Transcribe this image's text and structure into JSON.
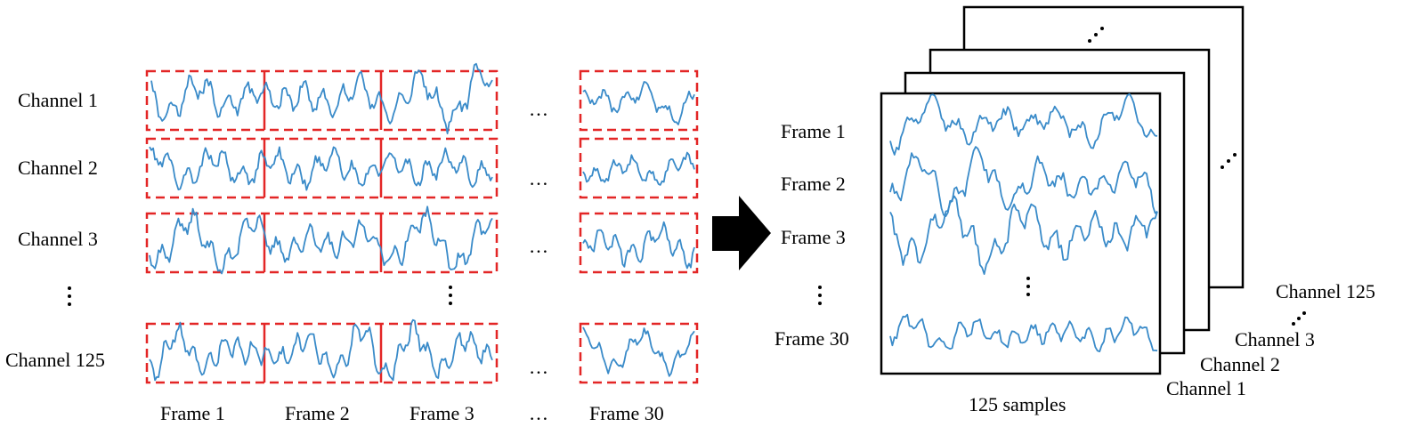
{
  "left_panel": {
    "channel_labels": [
      "Channel 1",
      "Channel 2",
      "Channel 3",
      "Channel 125"
    ],
    "frame_labels": [
      "Frame 1",
      "Frame 2",
      "Frame 3",
      "Frame 30"
    ],
    "ellipsis": "…"
  },
  "right_panel": {
    "frame_labels": [
      "Frame 1",
      "Frame 2",
      "Frame 3",
      "Frame 30"
    ],
    "samples_label": "125 samples",
    "channel_labels": [
      "Channel 1",
      "Channel 2",
      "Channel 3",
      "Channel 125"
    ]
  },
  "colors": {
    "frame_box": "#e32626",
    "signal": "#3a8bc9",
    "arrow": "#000000"
  }
}
